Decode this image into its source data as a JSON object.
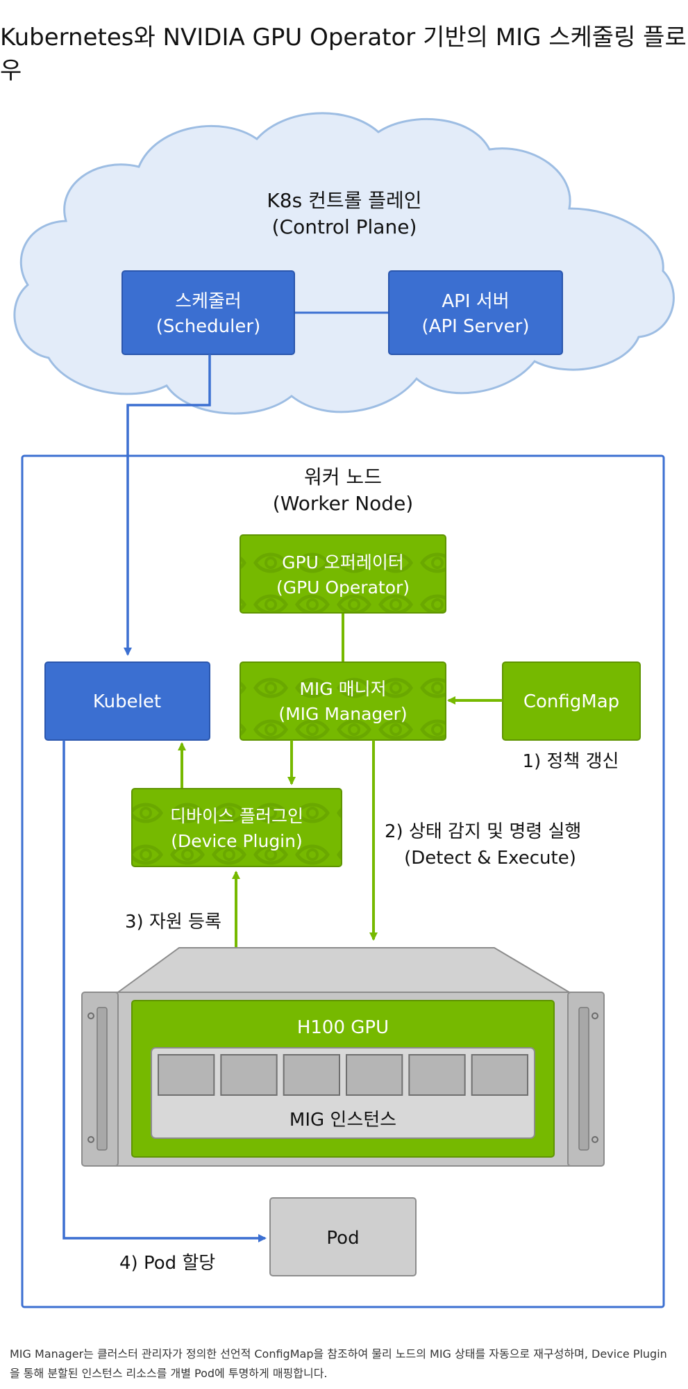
{
  "title": "Kubernetes와 NVIDIA GPU Operator 기반의 MIG 스케줄링 플로우",
  "control_plane": {
    "label_ko": "K8s 컨트롤 플레인",
    "label_en": "(Control Plane)",
    "scheduler": {
      "ko": "스케줄러",
      "en": "(Scheduler)"
    },
    "api_server": {
      "ko": "API 서버",
      "en": "(API Server)"
    }
  },
  "worker_node": {
    "label_ko": "워커 노드",
    "label_en": "(Worker Node)",
    "gpu_operator": {
      "ko": "GPU 오퍼레이터",
      "en": "(GPU Operator)"
    },
    "kubelet": {
      "label": "Kubelet"
    },
    "mig_manager": {
      "ko": "MIG 매니저",
      "en": "(MIG Manager)"
    },
    "configmap": {
      "label": "ConfigMap"
    },
    "device_plugin": {
      "ko": "디바이스 플러그인",
      "en": "(Device Plugin)"
    },
    "gpu": {
      "label": "H100 GPU",
      "instances_label": "MIG 인스턴스",
      "instance_count": 6
    },
    "pod": {
      "label": "Pod"
    }
  },
  "steps": {
    "step1": "1) 정책 갱신",
    "step2_ko": "2) 상태 감지 및 명령 실행",
    "step2_en": "(Detect & Execute)",
    "step3": "3) 자원 등록",
    "step4": "4) Pod 할당"
  },
  "caption": "MIG Manager는 클러스터 관리자가 정의한 선언적 ConfigMap을 참조하여 물리 노드의 MIG 상태를 자동으로 재구성하며, Device Plugin을 통해 분할된 인스턴스 리소스를 개별 Pod에 투명하게 매핑합니다.",
  "colors": {
    "blue": "#3b6fd1",
    "blue_dark": "#2a56ad",
    "green": "#76b900",
    "green_dark": "#5e9400",
    "cloud_fill": "#e3ecf9",
    "cloud_stroke": "#9dbde3",
    "gray": "#c9c9c9"
  }
}
